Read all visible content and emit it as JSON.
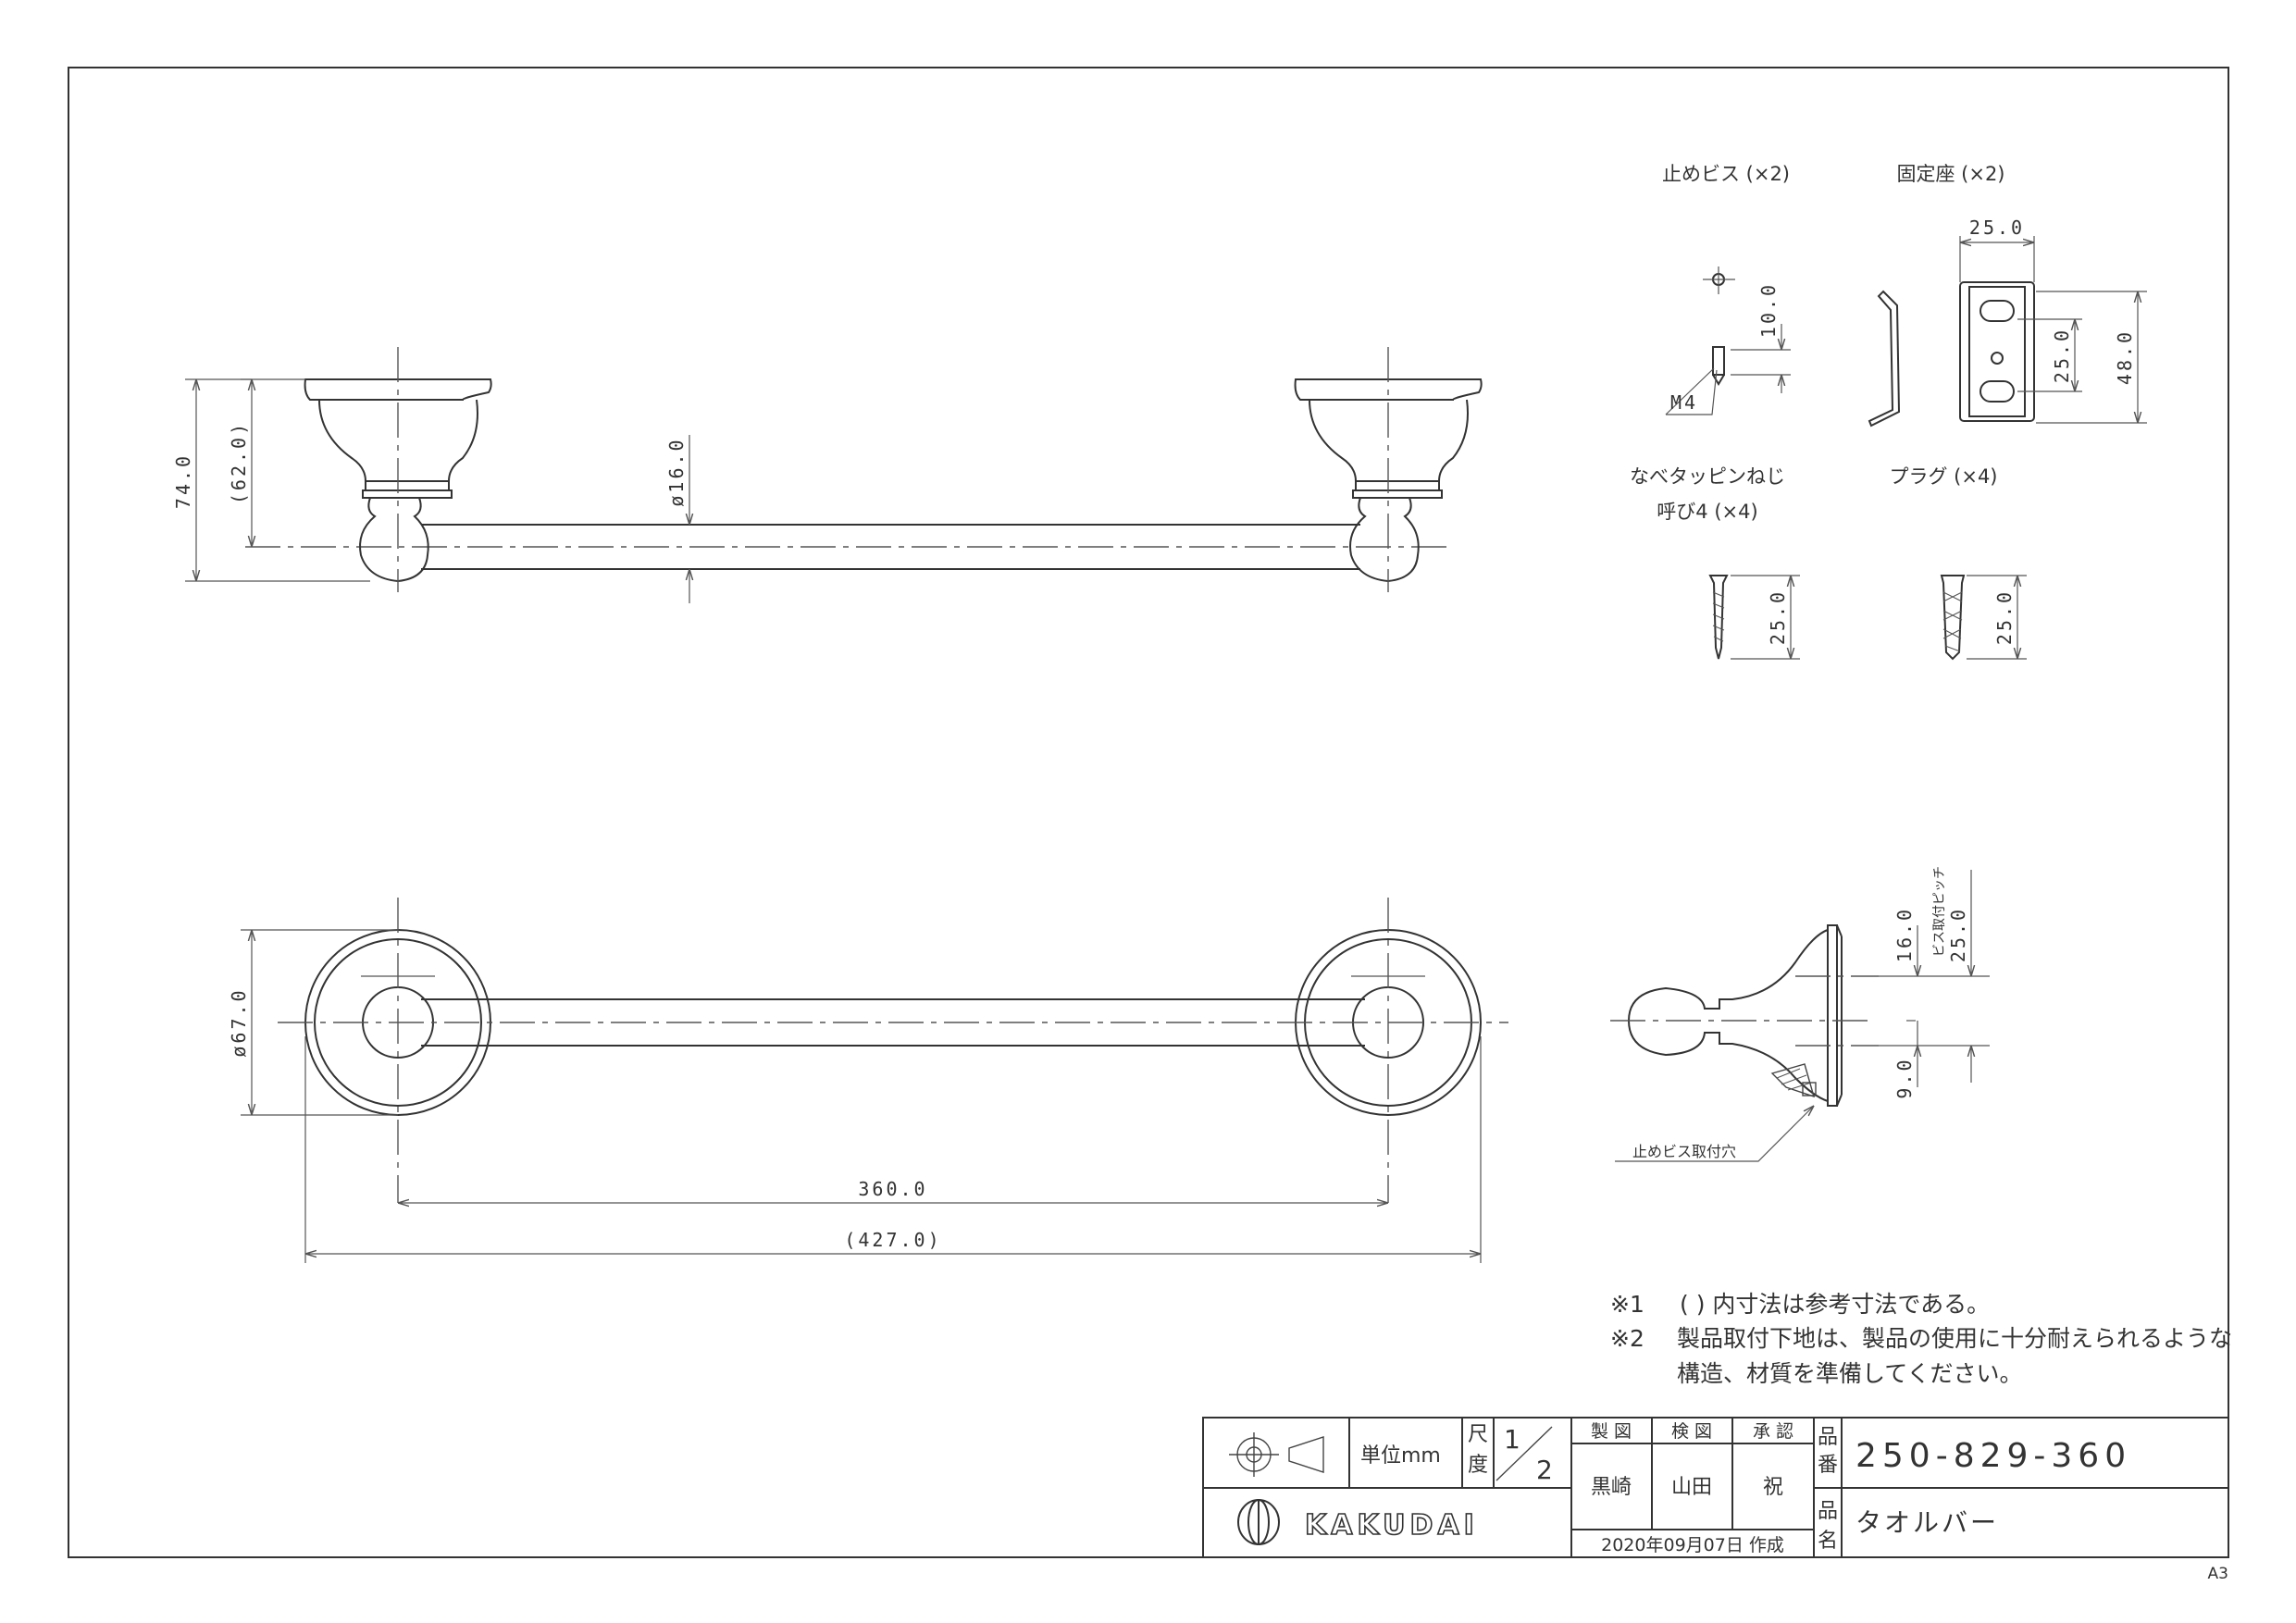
{
  "parts": {
    "screw": "止めビス (×2)",
    "seat": "固定座 (×2)",
    "tapping_line1": "なべタッピンねじ",
    "tapping_line2": "呼び4 (×4)",
    "plug": "プラグ (×4)"
  },
  "dims": {
    "overall_height": "74.0",
    "height_ref": "(62.0)",
    "bar_dia": "ø16.0",
    "base_dia": "ø67.0",
    "pitch": "360.0",
    "overall_length": "(427.0)",
    "screw_len": "10.0",
    "screw_thread": "M4",
    "seat_width": "25.0",
    "seat_hole_pitch": "25.0",
    "seat_height": "48.0",
    "tapping_len": "25.0",
    "plug_len": "25.0",
    "side_upper": "16.0",
    "side_pitch": "25.0",
    "side_pitch_label": "ビス取付ピッチ",
    "side_lower": "9.0",
    "screw_hole": "止めビス取付穴"
  },
  "notes": {
    "n1_mark": "※1",
    "n1_text": "( ) 内寸法は参考寸法である。",
    "n2_mark": "※2",
    "n2_text_line1": "製品取付下地は、製品の使用に十分耐えられるような",
    "n2_text_line2": "構造、材質を準備してください。"
  },
  "title_block": {
    "unit": "単位mm",
    "scale_label_1": "尺",
    "scale_label_2": "度",
    "scale_num": "1",
    "scale_den": "2",
    "drawn_label": "製 図",
    "checked_label": "検 図",
    "approved_label": "承 認",
    "drawn_by": "黒崎",
    "checked_by": "山田",
    "approved_by": "祝",
    "date": "2020年09月07日 作成",
    "part_no_label_1": "品",
    "part_no_label_2": "番",
    "part_no": "250-829-360",
    "part_name_label_1": "品",
    "part_name_label_2": "名",
    "part_name": "タオルバー",
    "brand": "KAKUDAI"
  },
  "sheet_size": "A3"
}
